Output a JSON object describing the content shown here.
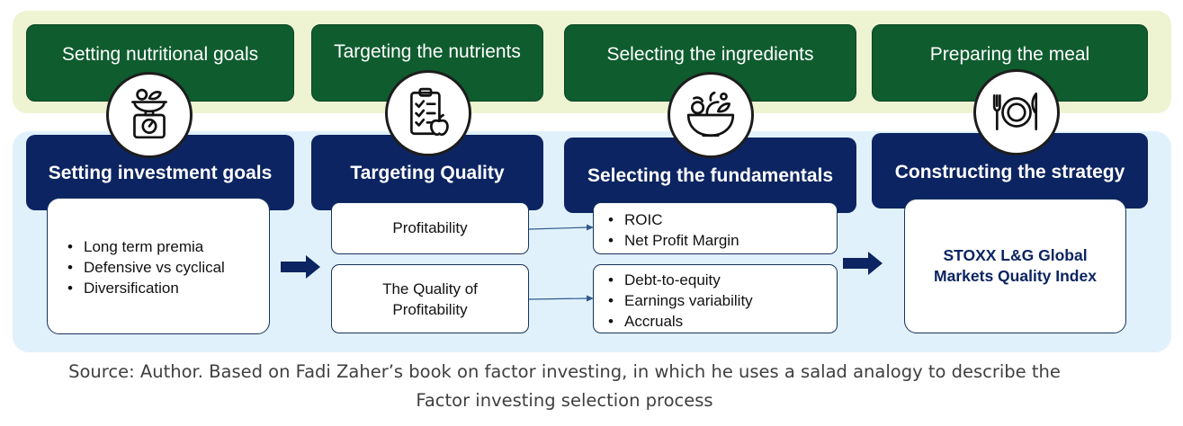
{
  "food_steps": [
    {
      "label": "Setting nutritional goals",
      "icon": "kitchen-scale-icon"
    },
    {
      "label": "Targeting the nutrients",
      "icon": "checklist-apple-icon"
    },
    {
      "label": "Selecting the ingredients",
      "icon": "salad-bowl-icon"
    },
    {
      "label": "Preparing the meal",
      "icon": "plate-cutlery-icon"
    }
  ],
  "invest_steps": [
    {
      "label": "Setting investment goals"
    },
    {
      "label": "Targeting Quality"
    },
    {
      "label": "Selecting the fundamentals"
    },
    {
      "label": "Constructing the strategy"
    }
  ],
  "goals_list": [
    "Long term premia",
    "Defensive vs cyclical",
    "Diversification"
  ],
  "quality_items": [
    {
      "label": "Profitability"
    },
    {
      "label": "The Quality of Profitability"
    }
  ],
  "fundamentals_groups": [
    [
      "ROIC",
      "Net Profit Margin"
    ],
    [
      "Debt-to-equity",
      "Earnings variability",
      "Accruals"
    ]
  ],
  "strategy_result": "STOXX L&G Global Markets Quality Index",
  "caption": {
    "line1": "Source: Author. Based on Fadi Zaher’s book on factor investing, in which he uses a salad analogy to describe the",
    "line2": "Factor investing selection process"
  },
  "colors": {
    "green": "#0f5c2f",
    "navy": "#0c2461",
    "top_band": "#eef3d2",
    "bottom_band": "#e1f1fb"
  }
}
